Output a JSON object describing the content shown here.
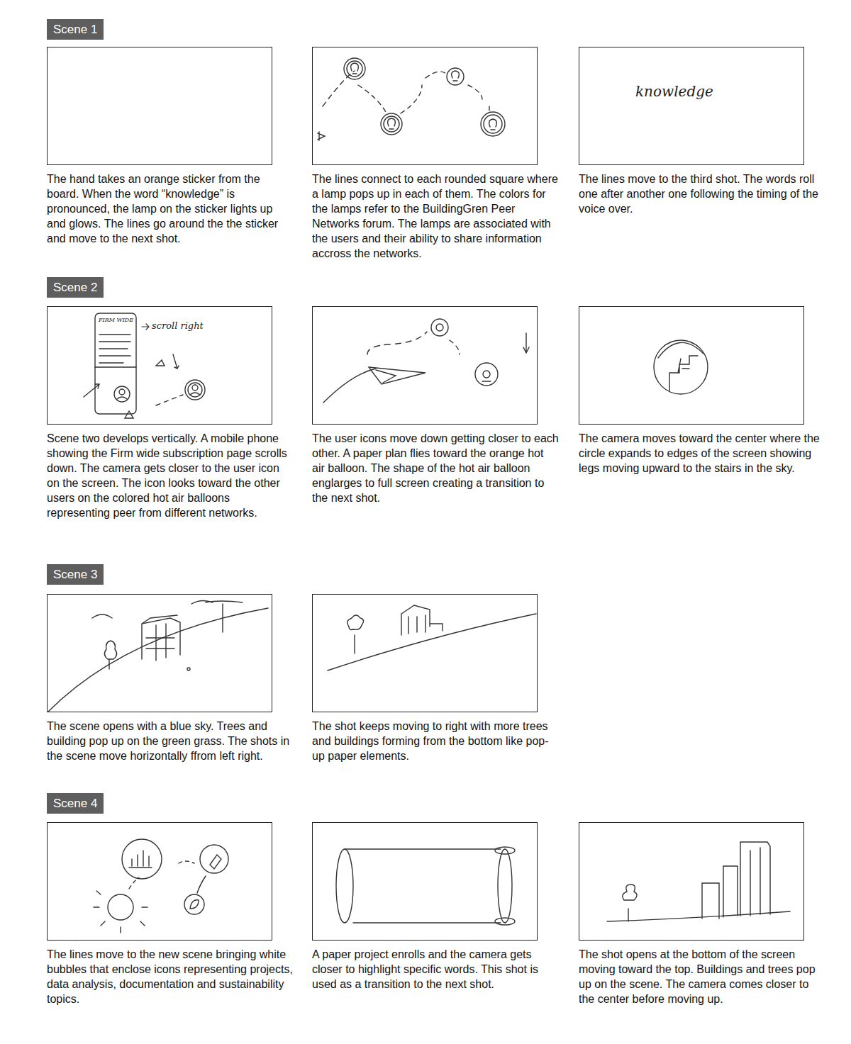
{
  "diagram": {
    "nodes": [
      {
        "text": [
          "Scene 1"
        ]
      },
      {
        "text": [
          "Scene 2"
        ]
      },
      {
        "text": [
          "Scene 3"
        ]
      },
      {
        "text": [
          "Scene 4"
        ]
      }
    ],
    "labels": [
      "The hand takes an orange sticker from the board. When the word “knowledge” is pronounced, the lamp on the sticker lights up and glows. The lines go around the the sticker and move to the next shot.",
      "The lines connect to each rounded square where a lamp pops up in each of them. The colors for the lamps refer to the BuildingGren Peer Networks forum. The lamps are associated with the users and their ability to share information accross the networks.",
      "knowledge",
      "The lines move to the third shot. The words roll one after another one following the timing of the voice over.",
      "FIRM WIDE",
      "scroll right",
      "Scene two develops vertically. A mobile phone showing the Firm wide subscription page scrolls down. The camera gets closer to the user icon on the screen. The icon looks toward the other users on the colored hot air balloons representing peer from different networks.",
      "The user icons move down getting closer to each other. A paper plan flies toward the orange hot air balloon. The shape of the hot air balloon englarges to full screen creating a transition to the next shot.",
      "The camera moves toward the center where the circle expands to edges of the screen showing legs moving upward to the stairs in the sky.",
      "The scene opens with a blue sky. Trees and building pop up on the green grass. The shots in the scene move horizontally ffrom left right.",
      "The shot keeps moving to right with more trees and buildings forming from the bottom like pop-up paper elements.",
      "The lines move to the new scene bringing white bubbles that enclose icons representing projects, data analysis, documentation and sustainability topics.",
      "A paper project enrolls and the camera gets closer to highlight specific words. This shot is used as a transition to the next shot.",
      "The shot opens at the bottom of the screen moving toward the top. Buildings and trees pop up on the scene. The camera comes closer to the center before moving up."
    ]
  }
}
